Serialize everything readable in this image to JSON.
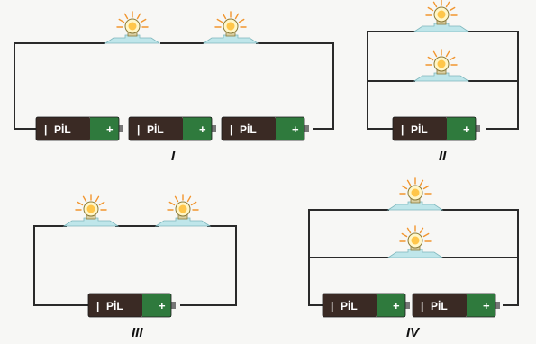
{
  "circuits": [
    {
      "label": "I",
      "battery_count": 3,
      "bulb_count": 2,
      "bulb_arrangement": "series"
    },
    {
      "label": "II",
      "battery_count": 1,
      "bulb_count": 2,
      "bulb_arrangement": "parallel"
    },
    {
      "label": "III",
      "battery_count": 1,
      "bulb_count": 2,
      "bulb_arrangement": "series"
    },
    {
      "label": "IV",
      "battery_count": 2,
      "bulb_count": 2,
      "bulb_arrangement": "parallel"
    }
  ],
  "battery": {
    "text": "PİL",
    "plus_sign": "+",
    "neg_mark": "|"
  },
  "colors": {
    "battery_negative": "#3a2a24",
    "battery_positive": "#2f7a3d",
    "bulb_glow": "#ffc64a",
    "socket": "#bfe6ea",
    "wire": "#2a2a2a"
  }
}
